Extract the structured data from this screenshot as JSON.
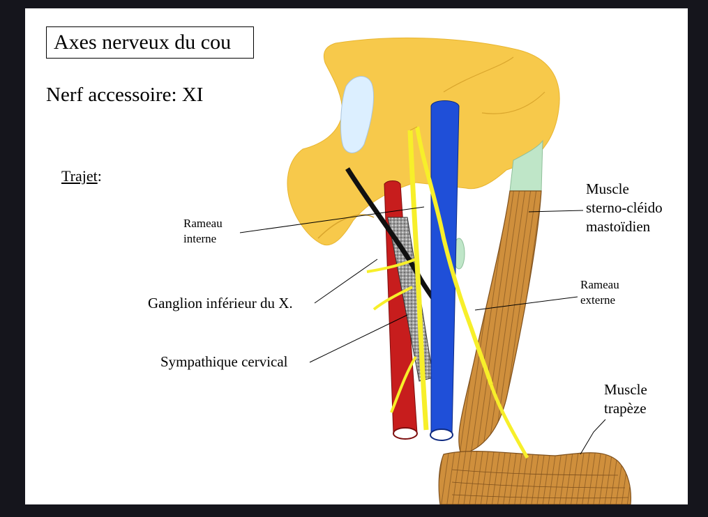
{
  "slide": {
    "title": "Axes nerveux du cou",
    "subtitle": "Nerf accessoire:  XI",
    "section_label": "Trajet",
    "section_suffix": ":"
  },
  "labels": {
    "rameau_interne": [
      "Rameau",
      "interne"
    ],
    "ganglion": "Ganglion inférieur du X.",
    "sympathique": "Sympathique cervical",
    "muscle_scm": [
      "Muscle",
      "sterno-cléido",
      "mastoïdien"
    ],
    "rameau_externe": [
      "Rameau",
      "externe"
    ],
    "muscle_trapeze": [
      "Muscle",
      "trapèze"
    ]
  },
  "colors": {
    "background": "#15151c",
    "skull_bone": "#f7c94b",
    "foramen": "#dcefff",
    "nerve": "#f7ef2a",
    "vein": "#1f4fd8",
    "artery": "#c71d1d",
    "sympathetic_trunk": "#8a8a8a",
    "muscle": "#c98a3a",
    "tendon": "#bfe6c8"
  }
}
